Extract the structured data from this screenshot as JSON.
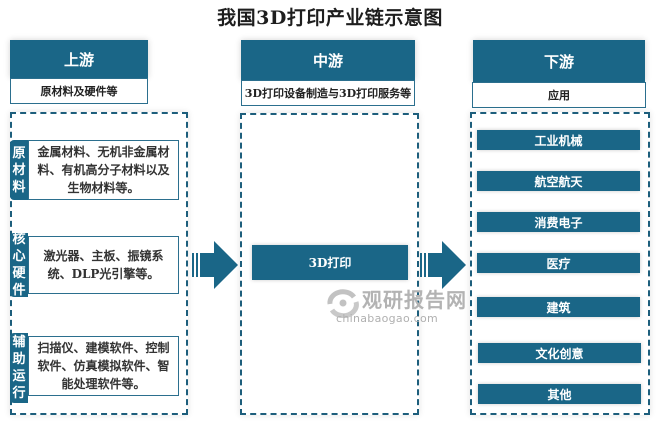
{
  "title": "我国3D打印产业链示意图",
  "colors": {
    "primary": "#1a6687",
    "border": "#2b6f8e",
    "dashed": "#1d5e7c"
  },
  "columns": [
    {
      "header": "上游",
      "subtitle": "原材料及硬件等",
      "groups": [
        {
          "tag": [
            "原",
            "材",
            "料"
          ],
          "description": "金属材料、无机非金属材料、有机高分子材料以及生物材料等。"
        },
        {
          "tag": [
            "核",
            "心",
            "硬",
            "件"
          ],
          "description": "激光器、主板、振镜系统、DLP光引擎等。"
        },
        {
          "tag": [
            "辅",
            "助",
            "运",
            "行"
          ],
          "description": "扫描仪、建模软件、控制软件、仿真模拟软件、智能处理软件等。"
        }
      ]
    },
    {
      "header": "中游",
      "subtitle": "3D打印设备制造与3D打印服务等",
      "items": [
        "3D打印"
      ]
    },
    {
      "header": "下游",
      "subtitle": "应用",
      "items": [
        "工业机械",
        "航空航天",
        "消费电子",
        "医疗",
        "建筑",
        "文化创意",
        "其他"
      ]
    }
  ],
  "watermark": {
    "cn": "观研报告网",
    "en": "chinabaogao.com"
  }
}
